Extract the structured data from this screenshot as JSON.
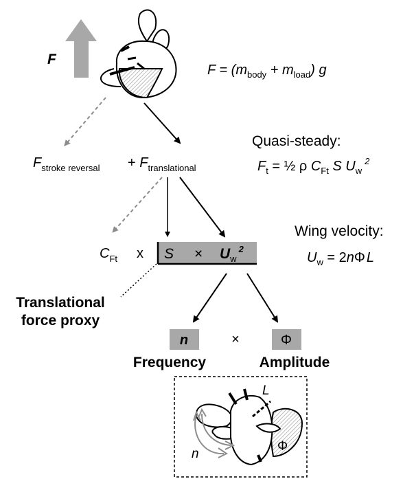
{
  "top": {
    "force_label": "F",
    "equation": {
      "lhs": "F",
      "eq": " = (",
      "m1": "m",
      "m1_sub": "body",
      "plus": " + ",
      "m2": "m",
      "m2_sub": "load",
      "close": ") ",
      "g": "g"
    }
  },
  "split": {
    "left_symbol": "F",
    "left_sub": "stroke reversal",
    "plus": "+ ",
    "right_symbol": "F",
    "right_sub": "translational"
  },
  "quasi_steady": {
    "title": "Quasi-steady:",
    "Ft": "F",
    "Ft_sub": "t",
    "eq_rest": " = ½ ρ ",
    "C": "C",
    "C_sub": "Ft",
    "S": " S ",
    "U": "U",
    "U_sub": "w",
    "U_sup": "2"
  },
  "proxy_row": {
    "C": "C",
    "C_sub": "Ft",
    "times1": "x",
    "S": "S",
    "times2": "×",
    "U": "U",
    "U_sub": "w",
    "U_sup": "2"
  },
  "wing_velocity": {
    "title": "Wing velocity:",
    "U": "U",
    "U_sub": "w",
    "eq_rest": " = 2",
    "n": "n",
    "Phi": "Φ",
    "L": "L"
  },
  "proxy_label": {
    "line1": "Translational",
    "line2": "force proxy"
  },
  "components": {
    "n_box": "n",
    "times": "×",
    "phi_box": "Φ",
    "frequency": "Frequency",
    "amplitude": "Amplitude"
  },
  "inset": {
    "L": "L",
    "n": "n",
    "Phi": "Φ"
  },
  "colors": {
    "box_fill": "#a8a8a8",
    "arrow_gray": "#a8a8a8",
    "dashed_gray": "#8c8c8c",
    "black": "#000000"
  }
}
